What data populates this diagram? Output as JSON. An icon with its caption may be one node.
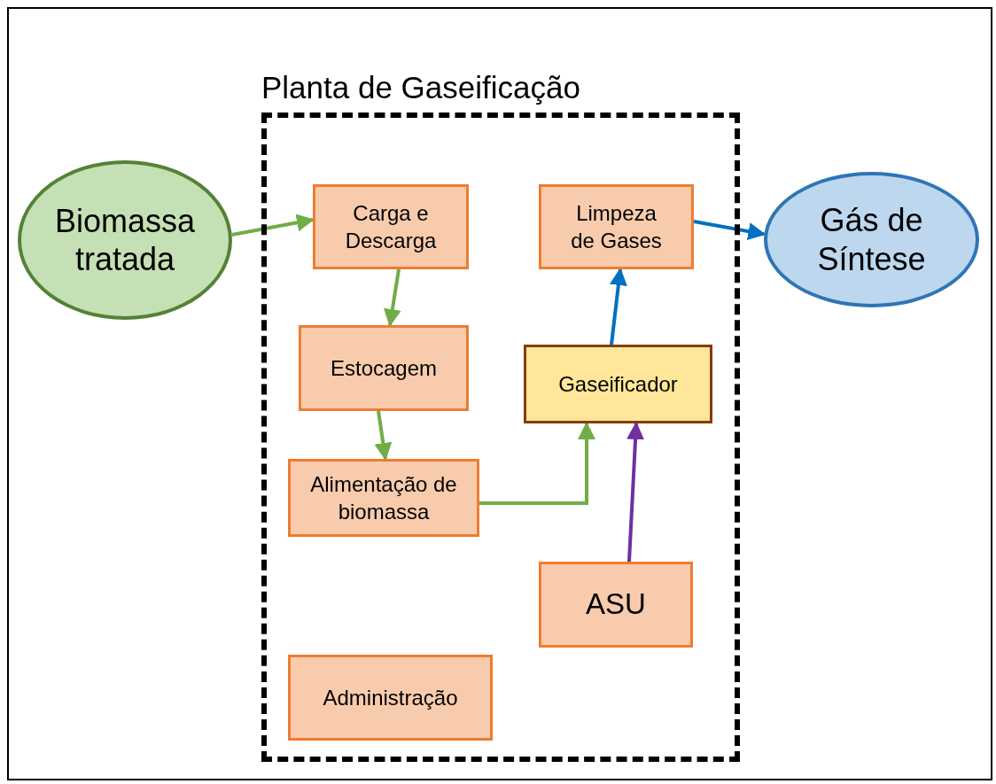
{
  "diagram": {
    "nodes": [
      {
        "text": [
          "Biomassa tratada"
        ]
      },
      {
        "text": [
          "Planta de Gaseificação"
        ]
      },
      {
        "text": [
          "Carga e Descarga"
        ],
        "in": 1
      },
      {
        "text": [
          "Limpeza de Gases"
        ],
        "in": 1
      },
      {
        "text": [
          "Estocagem"
        ],
        "in": 1
      },
      {
        "text": [
          "Gaseificador"
        ],
        "in": 1
      },
      {
        "text": [
          "Alimentação de biomassa"
        ],
        "in": 1
      },
      {
        "text": [
          "ASU"
        ],
        "in": 1
      },
      {
        "text": [
          "Administração"
        ],
        "in": 1
      },
      {
        "text": [
          "Gás de Síntese"
        ]
      }
    ],
    "edges": [
      {
        "from": 0,
        "to": 2,
        "arrow": "to"
      },
      {
        "from": 2,
        "to": 4,
        "arrow": "to"
      },
      {
        "from": 4,
        "to": 6,
        "arrow": "to"
      },
      {
        "from": 6,
        "to": 5,
        "arrow": "to"
      },
      {
        "from": 7,
        "to": 5,
        "arrow": "to",
        "color": "#7030a0"
      },
      {
        "from": 5,
        "to": 3,
        "arrow": "to",
        "color": "#0070c0"
      },
      {
        "from": 3,
        "to": 9,
        "arrow": "to",
        "color": "#0070c0"
      }
    ]
  }
}
